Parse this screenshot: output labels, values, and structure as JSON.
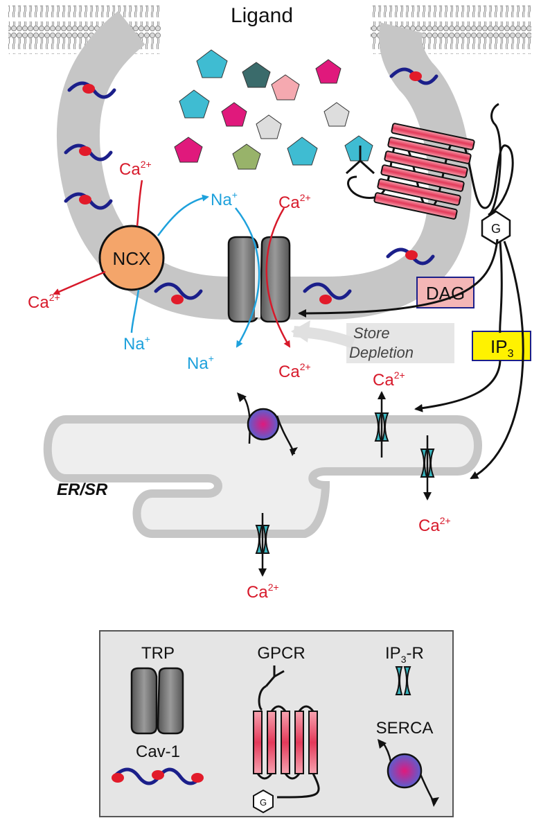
{
  "labels": {
    "ligand": "Ligand",
    "ncx": "NCX",
    "ca_sup": "2+",
    "ca_base": "Ca",
    "na_base": "Na",
    "na_sup": "+",
    "dag": "DAG",
    "ip3_base": "IP",
    "ip3_sub": "3",
    "store_line1": "Store",
    "store_line2": "Depletion",
    "er_sr": "ER/SR",
    "g": "G"
  },
  "legend": {
    "trp": "TRP",
    "gpcr": "GPCR",
    "ip3r_base": "IP",
    "ip3r_sub": "3",
    "ip3r_tail": "-R",
    "serca": "SERCA",
    "cav1": "Cav-1",
    "g": "G"
  },
  "colors": {
    "calcium": "#d7192a",
    "sodium": "#1ea1dc",
    "ncx_fill": "#f4a56a",
    "dag_fill": "#f4b6b6",
    "ip3_fill": "#fff200",
    "membrane": "#c8c8c8",
    "er_fill": "#eeeeee",
    "cav1": "#1b1f8a",
    "cav1_head": "#e21b2a",
    "trp": "#7a7a7a",
    "ip3r": "#38b6c0",
    "gpcr_stripe": "#f0566e",
    "ligand_teal": "#3fbcd2",
    "ligand_darkteal": "#3a6b6b",
    "ligand_pink": "#f5a9b0",
    "ligand_magenta": "#e0197c",
    "ligand_grey": "#dddddd",
    "ligand_olive": "#98b36a"
  }
}
